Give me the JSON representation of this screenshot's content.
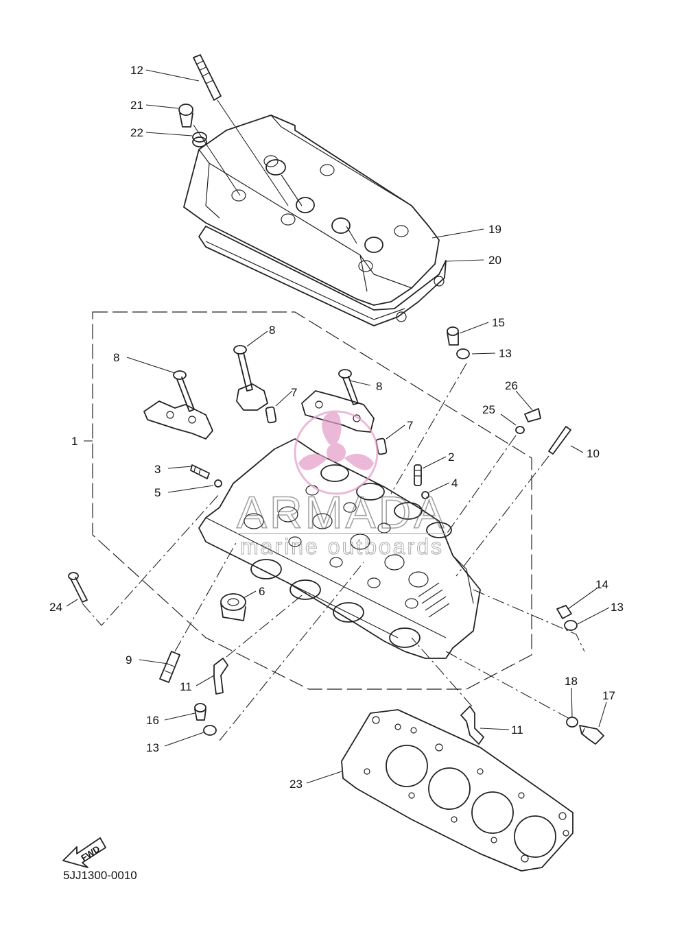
{
  "diagram": {
    "code": "5JJ1300-0010",
    "fwd_label": "FWD",
    "watermark": {
      "brand": "ARMADA",
      "tagline": "marine outboards"
    },
    "labels": [
      {
        "id": "12",
        "text": "12"
      },
      {
        "id": "21",
        "text": "21"
      },
      {
        "id": "22",
        "text": "22"
      },
      {
        "id": "19",
        "text": "19"
      },
      {
        "id": "20",
        "text": "20"
      },
      {
        "id": "15",
        "text": "15"
      },
      {
        "id": "13a",
        "text": "13"
      },
      {
        "id": "8a",
        "text": "8"
      },
      {
        "id": "8b",
        "text": "8"
      },
      {
        "id": "8c",
        "text": "8"
      },
      {
        "id": "7a",
        "text": "7"
      },
      {
        "id": "7b",
        "text": "7"
      },
      {
        "id": "26",
        "text": "26"
      },
      {
        "id": "25",
        "text": "25"
      },
      {
        "id": "10",
        "text": "10"
      },
      {
        "id": "1",
        "text": "1"
      },
      {
        "id": "3",
        "text": "3"
      },
      {
        "id": "5",
        "text": "5"
      },
      {
        "id": "2",
        "text": "2"
      },
      {
        "id": "4",
        "text": "4"
      },
      {
        "id": "6",
        "text": "6"
      },
      {
        "id": "24",
        "text": "24"
      },
      {
        "id": "14",
        "text": "14"
      },
      {
        "id": "13b",
        "text": "13"
      },
      {
        "id": "9",
        "text": "9"
      },
      {
        "id": "11a",
        "text": "11"
      },
      {
        "id": "18",
        "text": "18"
      },
      {
        "id": "17",
        "text": "17"
      },
      {
        "id": "16",
        "text": "16"
      },
      {
        "id": "13c",
        "text": "13"
      },
      {
        "id": "11b",
        "text": "11"
      },
      {
        "id": "23",
        "text": "23"
      }
    ]
  }
}
